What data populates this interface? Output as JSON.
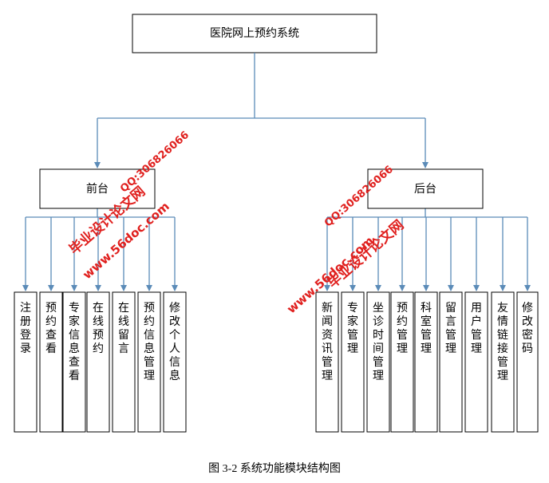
{
  "colors": {
    "box_border": "#000000",
    "connector": "#5b8bb8",
    "watermark": "#e0201e",
    "text": "#000000"
  },
  "root": {
    "label": "医院网上预约系统"
  },
  "branches": [
    {
      "label": "前台",
      "children": [
        "注册登录",
        "预约查看",
        "专家信息查看",
        "在线预约",
        "在线留言",
        "预约信息管理",
        "修改个人信息"
      ]
    },
    {
      "label": "后台",
      "children": [
        "新闻资讯管理",
        "专家管理",
        "坐诊时间管理",
        "预约管理",
        "科室管理",
        "留言管理",
        "用户管理",
        "友情链接管理",
        "修改密码"
      ]
    }
  ],
  "caption": "图 3-2  系统功能模块结构图",
  "watermarks": [
    {
      "lines": [
        "毕业设计论文网",
        "www.56doc.com",
        "QQ:306826066"
      ]
    },
    {
      "lines": [
        "毕业设计论文网",
        "www.56doc.com",
        "QQ:306826066"
      ]
    }
  ]
}
